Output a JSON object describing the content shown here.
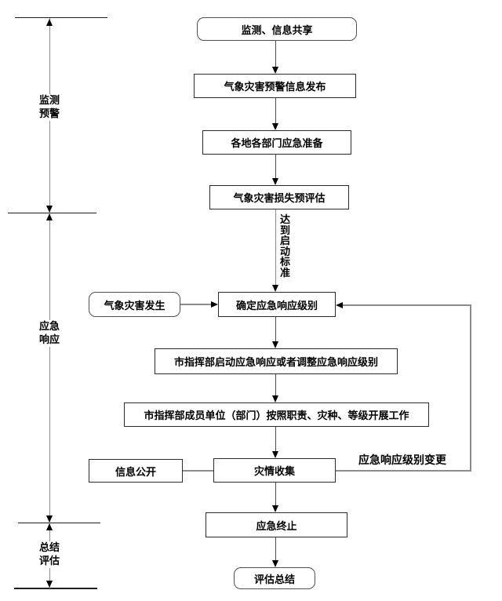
{
  "phases": [
    {
      "label": "监测预警"
    },
    {
      "label": "应急响应"
    },
    {
      "label": "总结评估"
    }
  ],
  "nodes": [
    {
      "id": "monitor-info-sharing",
      "label": "监测、信息共享",
      "shape": "rounded"
    },
    {
      "id": "warning-info-release",
      "label": "气象灾害预警信息发布",
      "shape": "rect"
    },
    {
      "id": "emergency-preparation",
      "label": "各地各部门应急准备",
      "shape": "rect"
    },
    {
      "id": "loss-pre-assessment",
      "label": "气象灾害损失预评估",
      "shape": "rect"
    },
    {
      "id": "determine-response-level",
      "label": "确定应急响应级别",
      "shape": "rect"
    },
    {
      "id": "disaster-occurs",
      "label": "气象灾害发生",
      "shape": "rounded"
    },
    {
      "id": "start-or-adjust-response",
      "label": "市指挥部启动应急响应或者调整应急响应级别",
      "shape": "rect"
    },
    {
      "id": "members-carry-out-work",
      "label": "市指挥部成员单位（部门）按照职责、灾种、等级开展工作",
      "shape": "rect"
    },
    {
      "id": "information-disclosure",
      "label": "信息公开",
      "shape": "rect"
    },
    {
      "id": "disaster-info-collection",
      "label": "灾情收集",
      "shape": "rect"
    },
    {
      "id": "emergency-termination",
      "label": "应急终止",
      "shape": "rect"
    },
    {
      "id": "evaluation-summary",
      "label": "评估总结",
      "shape": "rounded"
    }
  ],
  "edge_labels": {
    "trigger_criteria": "达到启动标准",
    "level_change": "应急响应级别变更"
  },
  "colors": {
    "background": "#ffffff",
    "box_border": "#2b2b2b",
    "connector_gray": "#8c8c8c",
    "arrow_black": "#000000",
    "text": "#000000"
  }
}
